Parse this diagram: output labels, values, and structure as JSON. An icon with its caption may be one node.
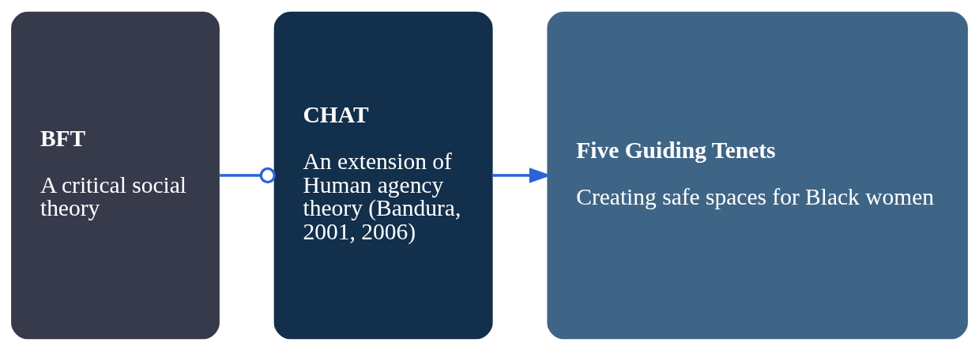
{
  "diagram": {
    "nodes": [
      {
        "text": [
          "BFT",
          "A critical social theory"
        ]
      },
      {
        "text": [
          "CHAT",
          "An extension of Human agency theory (Bandura, 2001, 2006)"
        ]
      },
      {
        "text": [
          "Five Guiding Tenets",
          "Creating safe spaces for Black women"
        ]
      }
    ],
    "edges": [
      {
        "from": 0,
        "to": 1,
        "arrow": "other"
      },
      {
        "from": 1,
        "to": 2,
        "arrow": "to"
      }
    ]
  }
}
